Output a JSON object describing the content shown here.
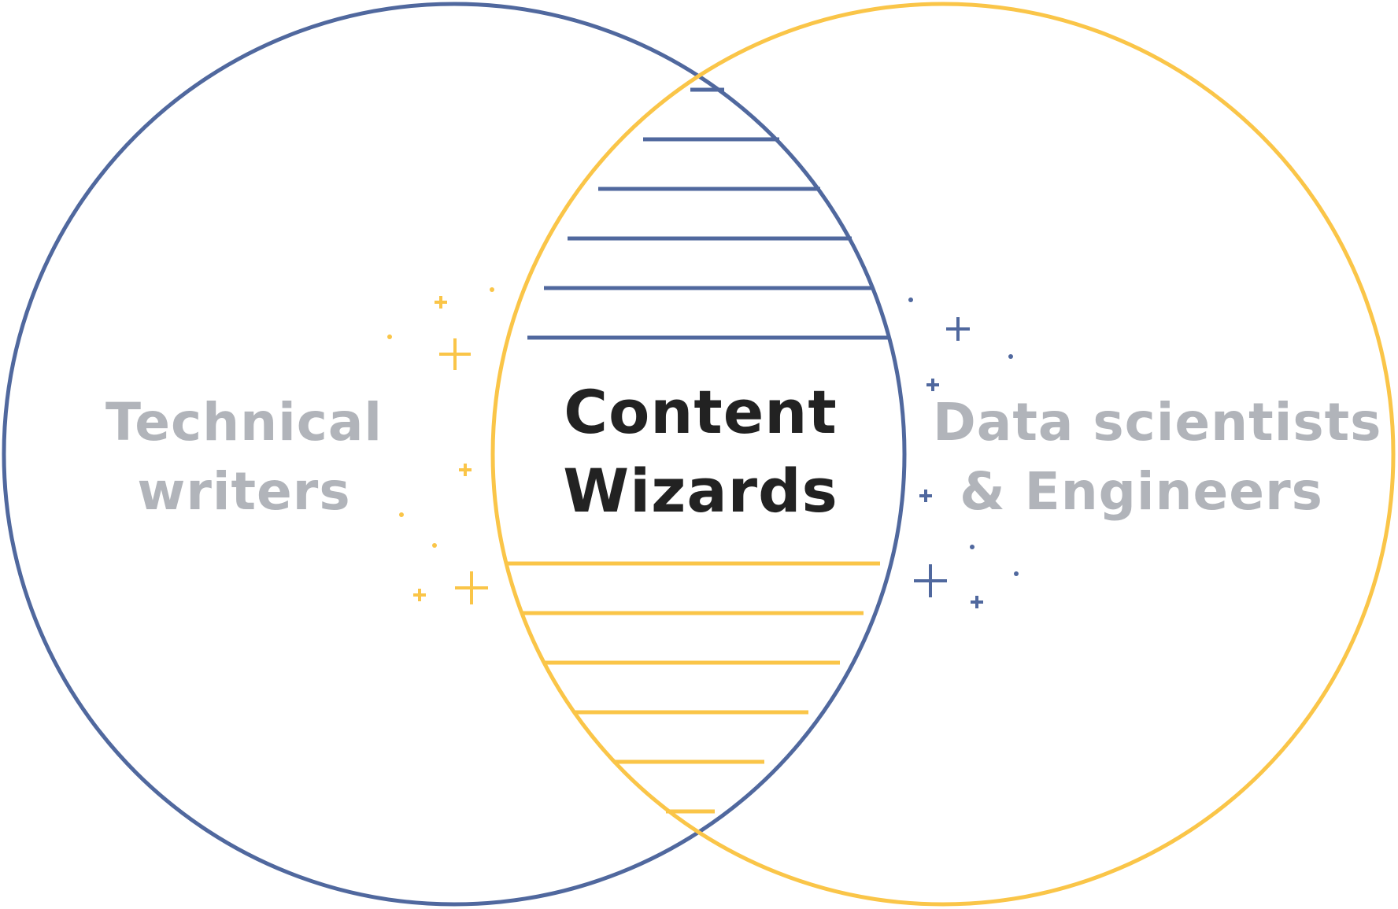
{
  "diagram": {
    "type": "venn",
    "colors": {
      "left": "#50689e",
      "right": "#fac548",
      "side_text": "#b1b4ba",
      "center_text": "#222222"
    },
    "left_set": {
      "line1": "Technical",
      "line2": "writers"
    },
    "right_set": {
      "line1": "Data scientists",
      "line2": "& Engineers"
    },
    "intersection": {
      "line1": "Content",
      "line2": "Wizards"
    },
    "decorations": {
      "left_side": "yellow sparkle plus and dot icons",
      "right_side": "blue sparkle plus and dot icons",
      "upper_lens": "blue horizontal hatch lines",
      "lower_lens": "yellow horizontal hatch lines"
    }
  }
}
